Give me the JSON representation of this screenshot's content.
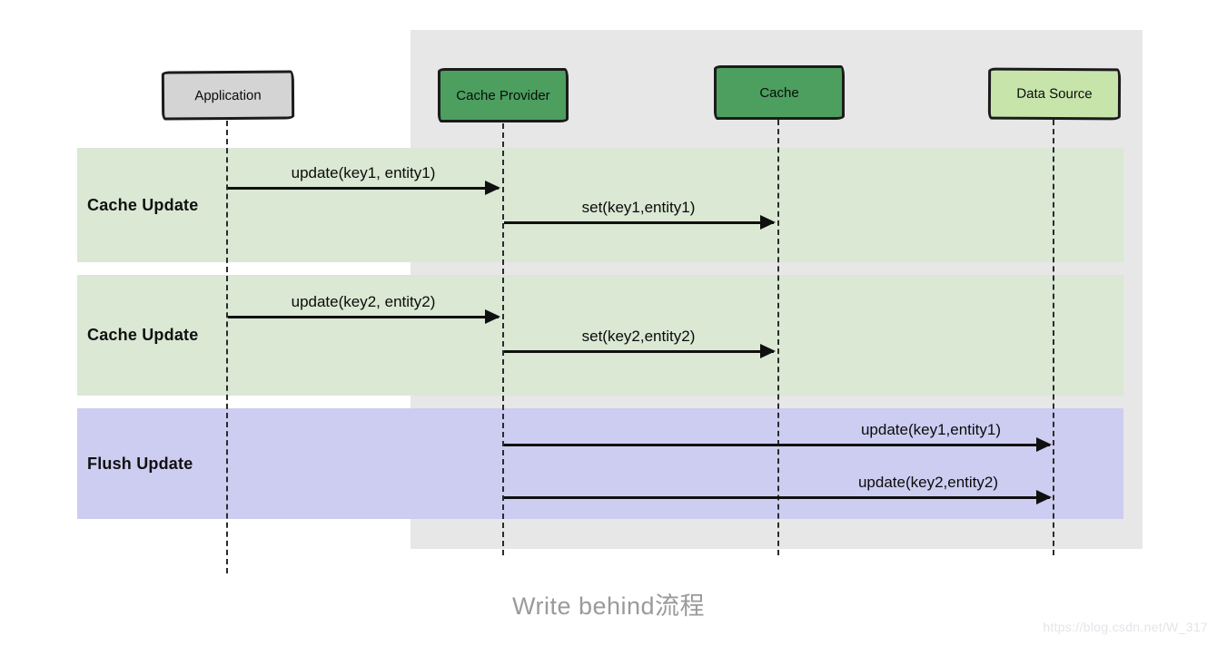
{
  "diagram": {
    "type": "sequence-diagram",
    "caption": "Write behind流程",
    "watermark": "https://blog.csdn.net/W_317",
    "actors": [
      {
        "id": "application",
        "label": "Application"
      },
      {
        "id": "cache-provider",
        "label": "Cache Provider"
      },
      {
        "id": "cache",
        "label": "Cache"
      },
      {
        "id": "data-source",
        "label": "Data Source"
      }
    ],
    "lanes": [
      {
        "label": "Cache Update",
        "color": "#dae8d4"
      },
      {
        "label": "Cache Update",
        "color": "#dae8d4"
      },
      {
        "label": "Flush Update",
        "color": "#cdcdf2"
      }
    ],
    "messages": [
      {
        "label": "update(key1, entity1)",
        "from": "Application",
        "to": "Cache Provider",
        "lane": "Cache Update"
      },
      {
        "label": "set(key1,entity1)",
        "from": "Cache Provider",
        "to": "Cache",
        "lane": "Cache Update"
      },
      {
        "label": "update(key2, entity2)",
        "from": "Application",
        "to": "Cache Provider",
        "lane": "Cache Update"
      },
      {
        "label": "set(key2,entity2)",
        "from": "Cache Provider",
        "to": "Cache",
        "lane": "Cache Update"
      },
      {
        "label": "update(key1,entity1)",
        "from": "Cache Provider",
        "to": "Data Source",
        "lane": "Flush Update"
      },
      {
        "label": "update(key2,entity2)",
        "from": "Cache Provider",
        "to": "Data Source",
        "lane": "Flush Update"
      }
    ],
    "colors": {
      "actor_green": "#4c9f5e",
      "actor_light_green": "#c7e5ab",
      "actor_gray": "#d4d4d4",
      "lane_green": "#dae8d4",
      "lane_purple": "#cdcdf2",
      "backdrop_gray": "#e7e7e7",
      "line_black": "#101010"
    }
  }
}
